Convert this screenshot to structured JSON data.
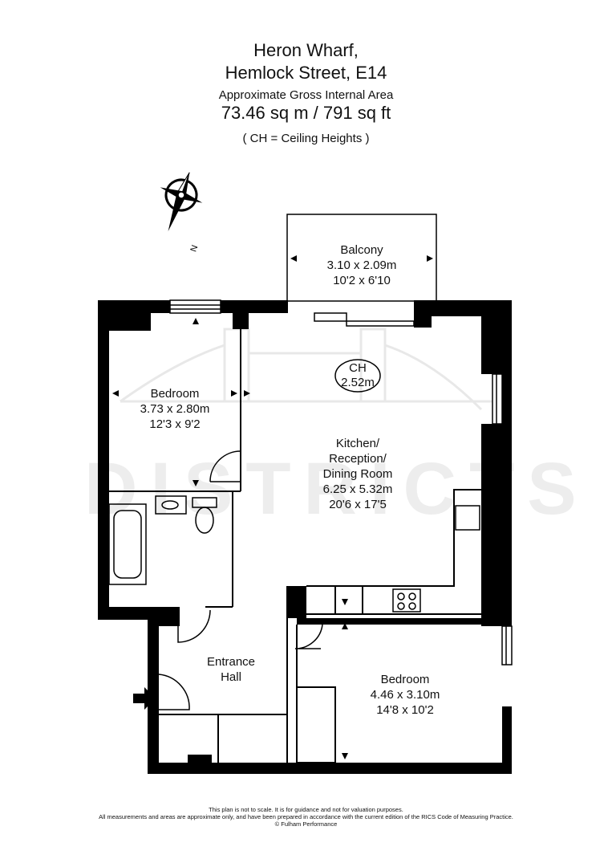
{
  "header": {
    "line1": "Heron Wharf,",
    "line2": "Hemlock Street, E14",
    "area_label": "Approximate Gross Internal Area",
    "area_value": "73.46 sq m  /  791 sq ft",
    "note": "( CH = Ceiling Heights )"
  },
  "compass": {
    "label": "N"
  },
  "watermark": "DISTRICTS",
  "rooms": {
    "balcony": {
      "name": "Balcony",
      "metric": "3.10 x 2.09m",
      "imperial": "10'2 x 6'10"
    },
    "bedroom1": {
      "name": "Bedroom",
      "metric": "3.73 x 2.80m",
      "imperial": "12'3 x 9'2"
    },
    "ceiling": {
      "label": "CH",
      "value": "2.52m"
    },
    "kitchen": {
      "line1": "Kitchen/",
      "line2": "Reception/",
      "line3": "Dining Room",
      "metric": "6.25 x 5.32m",
      "imperial": "20'6 x 17'5"
    },
    "hall": {
      "line1": "Entrance",
      "line2": "Hall"
    },
    "bedroom2": {
      "name": "Bedroom",
      "metric": "4.46 x 3.10m",
      "imperial": "14'8 x 10'2"
    }
  },
  "footer": {
    "line1": "This plan is not to scale. It is for guidance and not for valuation purposes.",
    "line2": "All measurements and areas are approximate only, and have been prepared in accordance with the current edition of the RICS Code of Measuring Practice.",
    "line3": "© Fulham Performance"
  }
}
